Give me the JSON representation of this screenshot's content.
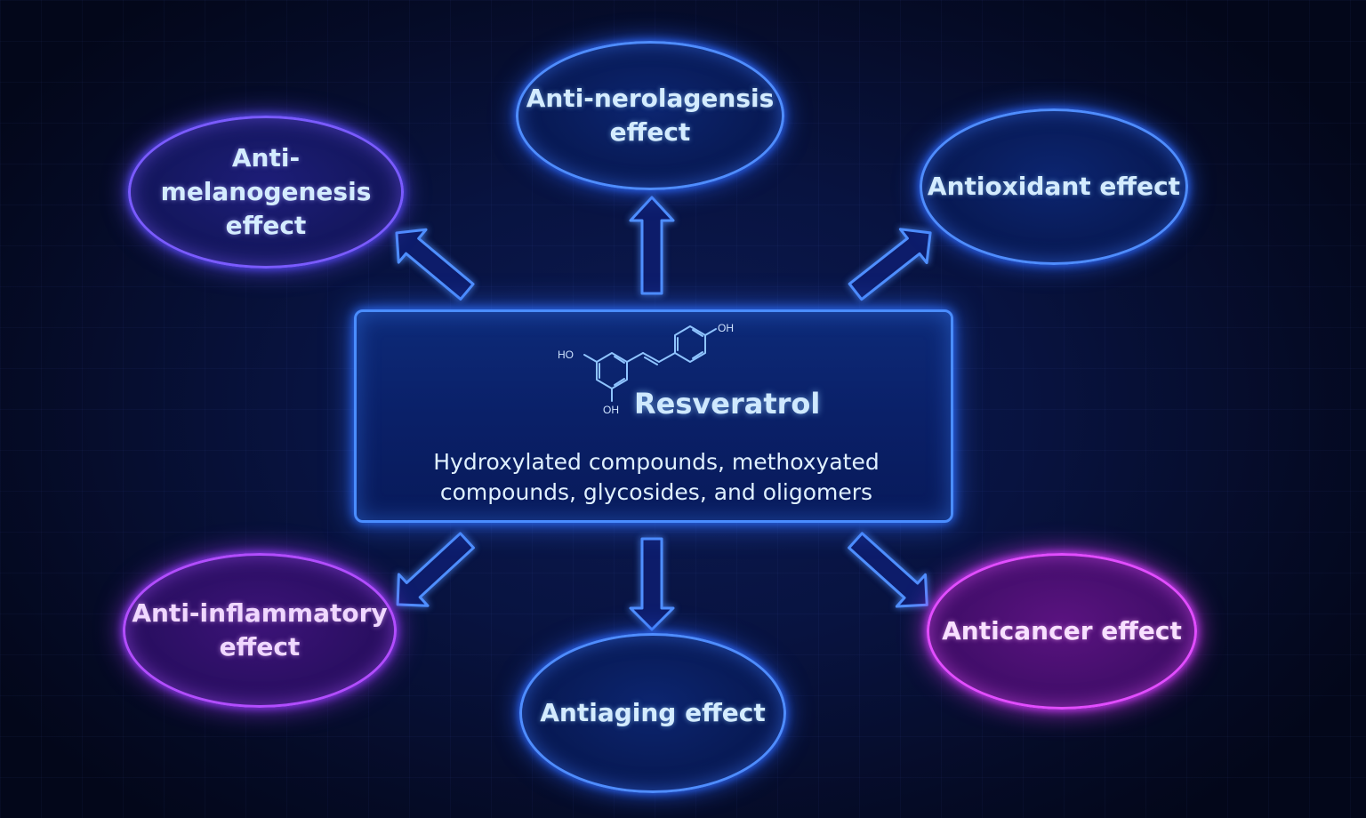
{
  "center": {
    "title": "Resveratrol",
    "subtitle": "Hydroxylated compounds, methoxyated\ncompounds, glycosides, and oligomers",
    "molecule_labels": {
      "ho_left": "HO",
      "oh_bottom": "OH",
      "oh_right": "OH"
    }
  },
  "effects": {
    "top": "Anti-nerolagensis\neffect",
    "top_left": "Anti-melanogenesis\neffect",
    "top_right": "Antioxidant effect",
    "bottom_left": "Anti-inflammatory\neffect",
    "bottom": "Antiaging effect",
    "bottom_right": "Anticancer effect"
  },
  "colors": {
    "background": "#050b24",
    "glow_blue": "#4f8dff",
    "glow_violet": "#7a5bff",
    "glow_purple": "#b24dff",
    "glow_magenta": "#e24dff"
  }
}
